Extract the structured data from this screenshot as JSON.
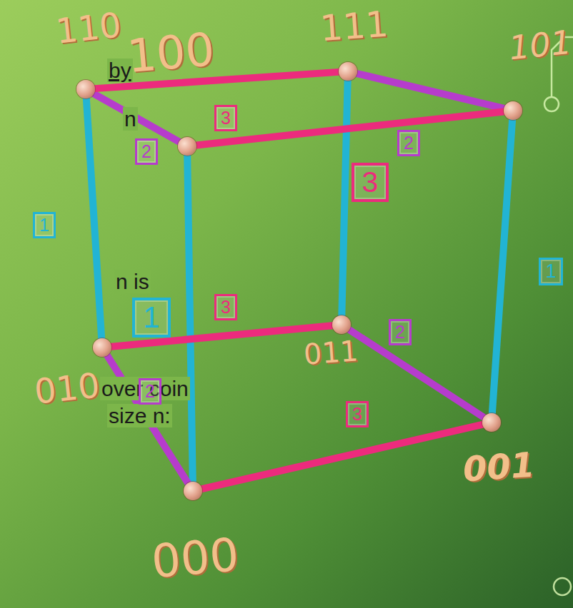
{
  "diagram": {
    "nodes": [
      {
        "text": [
          "110"
        ]
      },
      {
        "text": [
          "111"
        ]
      },
      {
        "text": [
          "101"
        ]
      },
      {
        "text": [
          "100"
        ]
      },
      {
        "text": [
          "010"
        ]
      },
      {
        "text": [
          "011"
        ]
      },
      {
        "text": [
          "001"
        ]
      },
      {
        "text": [
          "000"
        ]
      }
    ],
    "edges": [
      {
        "from": 0,
        "to": 4,
        "arrow": "none",
        "label": "1"
      },
      {
        "from": 3,
        "to": 7,
        "arrow": "none",
        "label": "1"
      },
      {
        "from": 1,
        "to": 5,
        "arrow": "none"
      },
      {
        "from": 2,
        "to": 6,
        "arrow": "none",
        "label": "1"
      },
      {
        "from": 0,
        "to": 3,
        "arrow": "none",
        "label": "2"
      },
      {
        "from": 1,
        "to": 2,
        "arrow": "none",
        "label": "2"
      },
      {
        "from": 4,
        "to": 7,
        "arrow": "none",
        "label": "2"
      },
      {
        "from": 5,
        "to": 6,
        "arrow": "none",
        "label": "2"
      },
      {
        "from": 0,
        "to": 1,
        "arrow": "none",
        "label": "3"
      },
      {
        "from": 3,
        "to": 2,
        "arrow": "none",
        "label": "3"
      },
      {
        "from": 4,
        "to": 5,
        "arrow": "none",
        "label": "3"
      },
      {
        "from": 7,
        "to": 6,
        "arrow": "none",
        "label": "3"
      }
    ],
    "labels": [
      "by",
      "n",
      "n is",
      "over coin",
      "size n:"
    ]
  }
}
